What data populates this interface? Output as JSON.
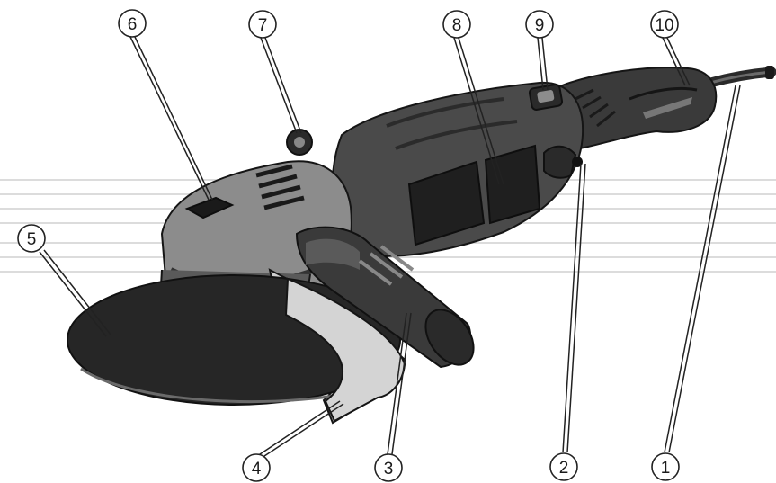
{
  "figure": {
    "colors": {
      "body_dark": "#1f1f1f",
      "body_mid": "#4a4a4a",
      "body_light": "#8c8c8c",
      "metal": "#bdbdbd",
      "disc": "#262626",
      "guard": "#cfcfcf",
      "leader": "#222222",
      "background_lines": "#dcdcdc"
    },
    "callouts": [
      {
        "id": "callout-1",
        "label": "1"
      },
      {
        "id": "callout-2",
        "label": "2"
      },
      {
        "id": "callout-3",
        "label": "3"
      },
      {
        "id": "callout-4",
        "label": "4"
      },
      {
        "id": "callout-5",
        "label": "5"
      },
      {
        "id": "callout-6",
        "label": "6"
      },
      {
        "id": "callout-7",
        "label": "7"
      },
      {
        "id": "callout-8",
        "label": "8"
      },
      {
        "id": "callout-9",
        "label": "9"
      },
      {
        "id": "callout-10",
        "label": "10"
      }
    ]
  }
}
